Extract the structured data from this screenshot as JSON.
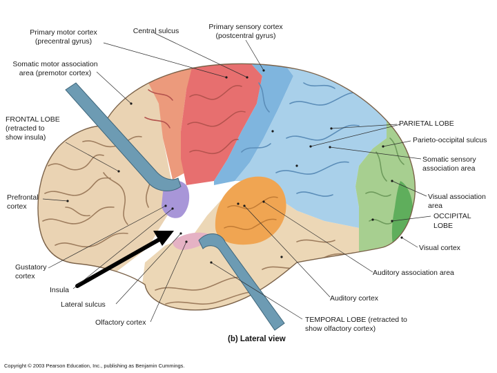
{
  "labels": {
    "primary_motor_cortex": [
      "Primary motor cortex",
      "(precentral gyrus)"
    ],
    "central_sulcus": [
      "Central sulcus"
    ],
    "primary_sensory_cortex": [
      "Primary sensory cortex",
      "(postcentral gyrus)"
    ],
    "somatic_motor_association": [
      "Somatic motor association",
      "area (premotor cortex)"
    ],
    "frontal_lobe": [
      "FRONTAL LOBE",
      "(retracted to",
      "show insula)"
    ],
    "parietal_lobe": [
      "PARIETAL LOBE"
    ],
    "parieto_occipital_sulcus": [
      "Parieto-occipital sulcus"
    ],
    "somatic_sensory_association": [
      "Somatic sensory",
      "association area"
    ],
    "prefrontal_cortex": [
      "Prefrontal",
      "cortex"
    ],
    "visual_association": [
      "Visual association",
      "area"
    ],
    "occipital_lobe": [
      "OCCIPITAL",
      "LOBE"
    ],
    "visual_cortex": [
      "Visual cortex"
    ],
    "gustatory_cortex": [
      "Gustatory",
      "cortex"
    ],
    "auditory_association": [
      "Auditory association area"
    ],
    "insula": [
      "Insula"
    ],
    "auditory_cortex": [
      "Auditory cortex"
    ],
    "lateral_sulcus": [
      "Lateral sulcus"
    ],
    "olfactory_cortex": [
      "Olfactory cortex"
    ],
    "temporal_lobe": [
      "TEMPORAL LOBE (retracted to",
      "show olfactory cortex)"
    ]
  },
  "caption": "(b) Lateral view",
  "copyright": "Copyright © 2003 Pearson Education, Inc., publishing as Benjamin Cummings.",
  "colors": {
    "frontal": "#ead3b3",
    "premotor": "#ec9a7c",
    "motor": "#e76f6f",
    "sensory": "#7fb5de",
    "parietal": "#a9d0ea",
    "visual_association": "#a7cf90",
    "visual_cortex": "#5fae5c",
    "auditory": "#f0a552",
    "temporal": "#ecd7b6",
    "insula": "#a896d8",
    "olfactory": "#e5b2c4",
    "instrument": "#6d9bb3"
  }
}
